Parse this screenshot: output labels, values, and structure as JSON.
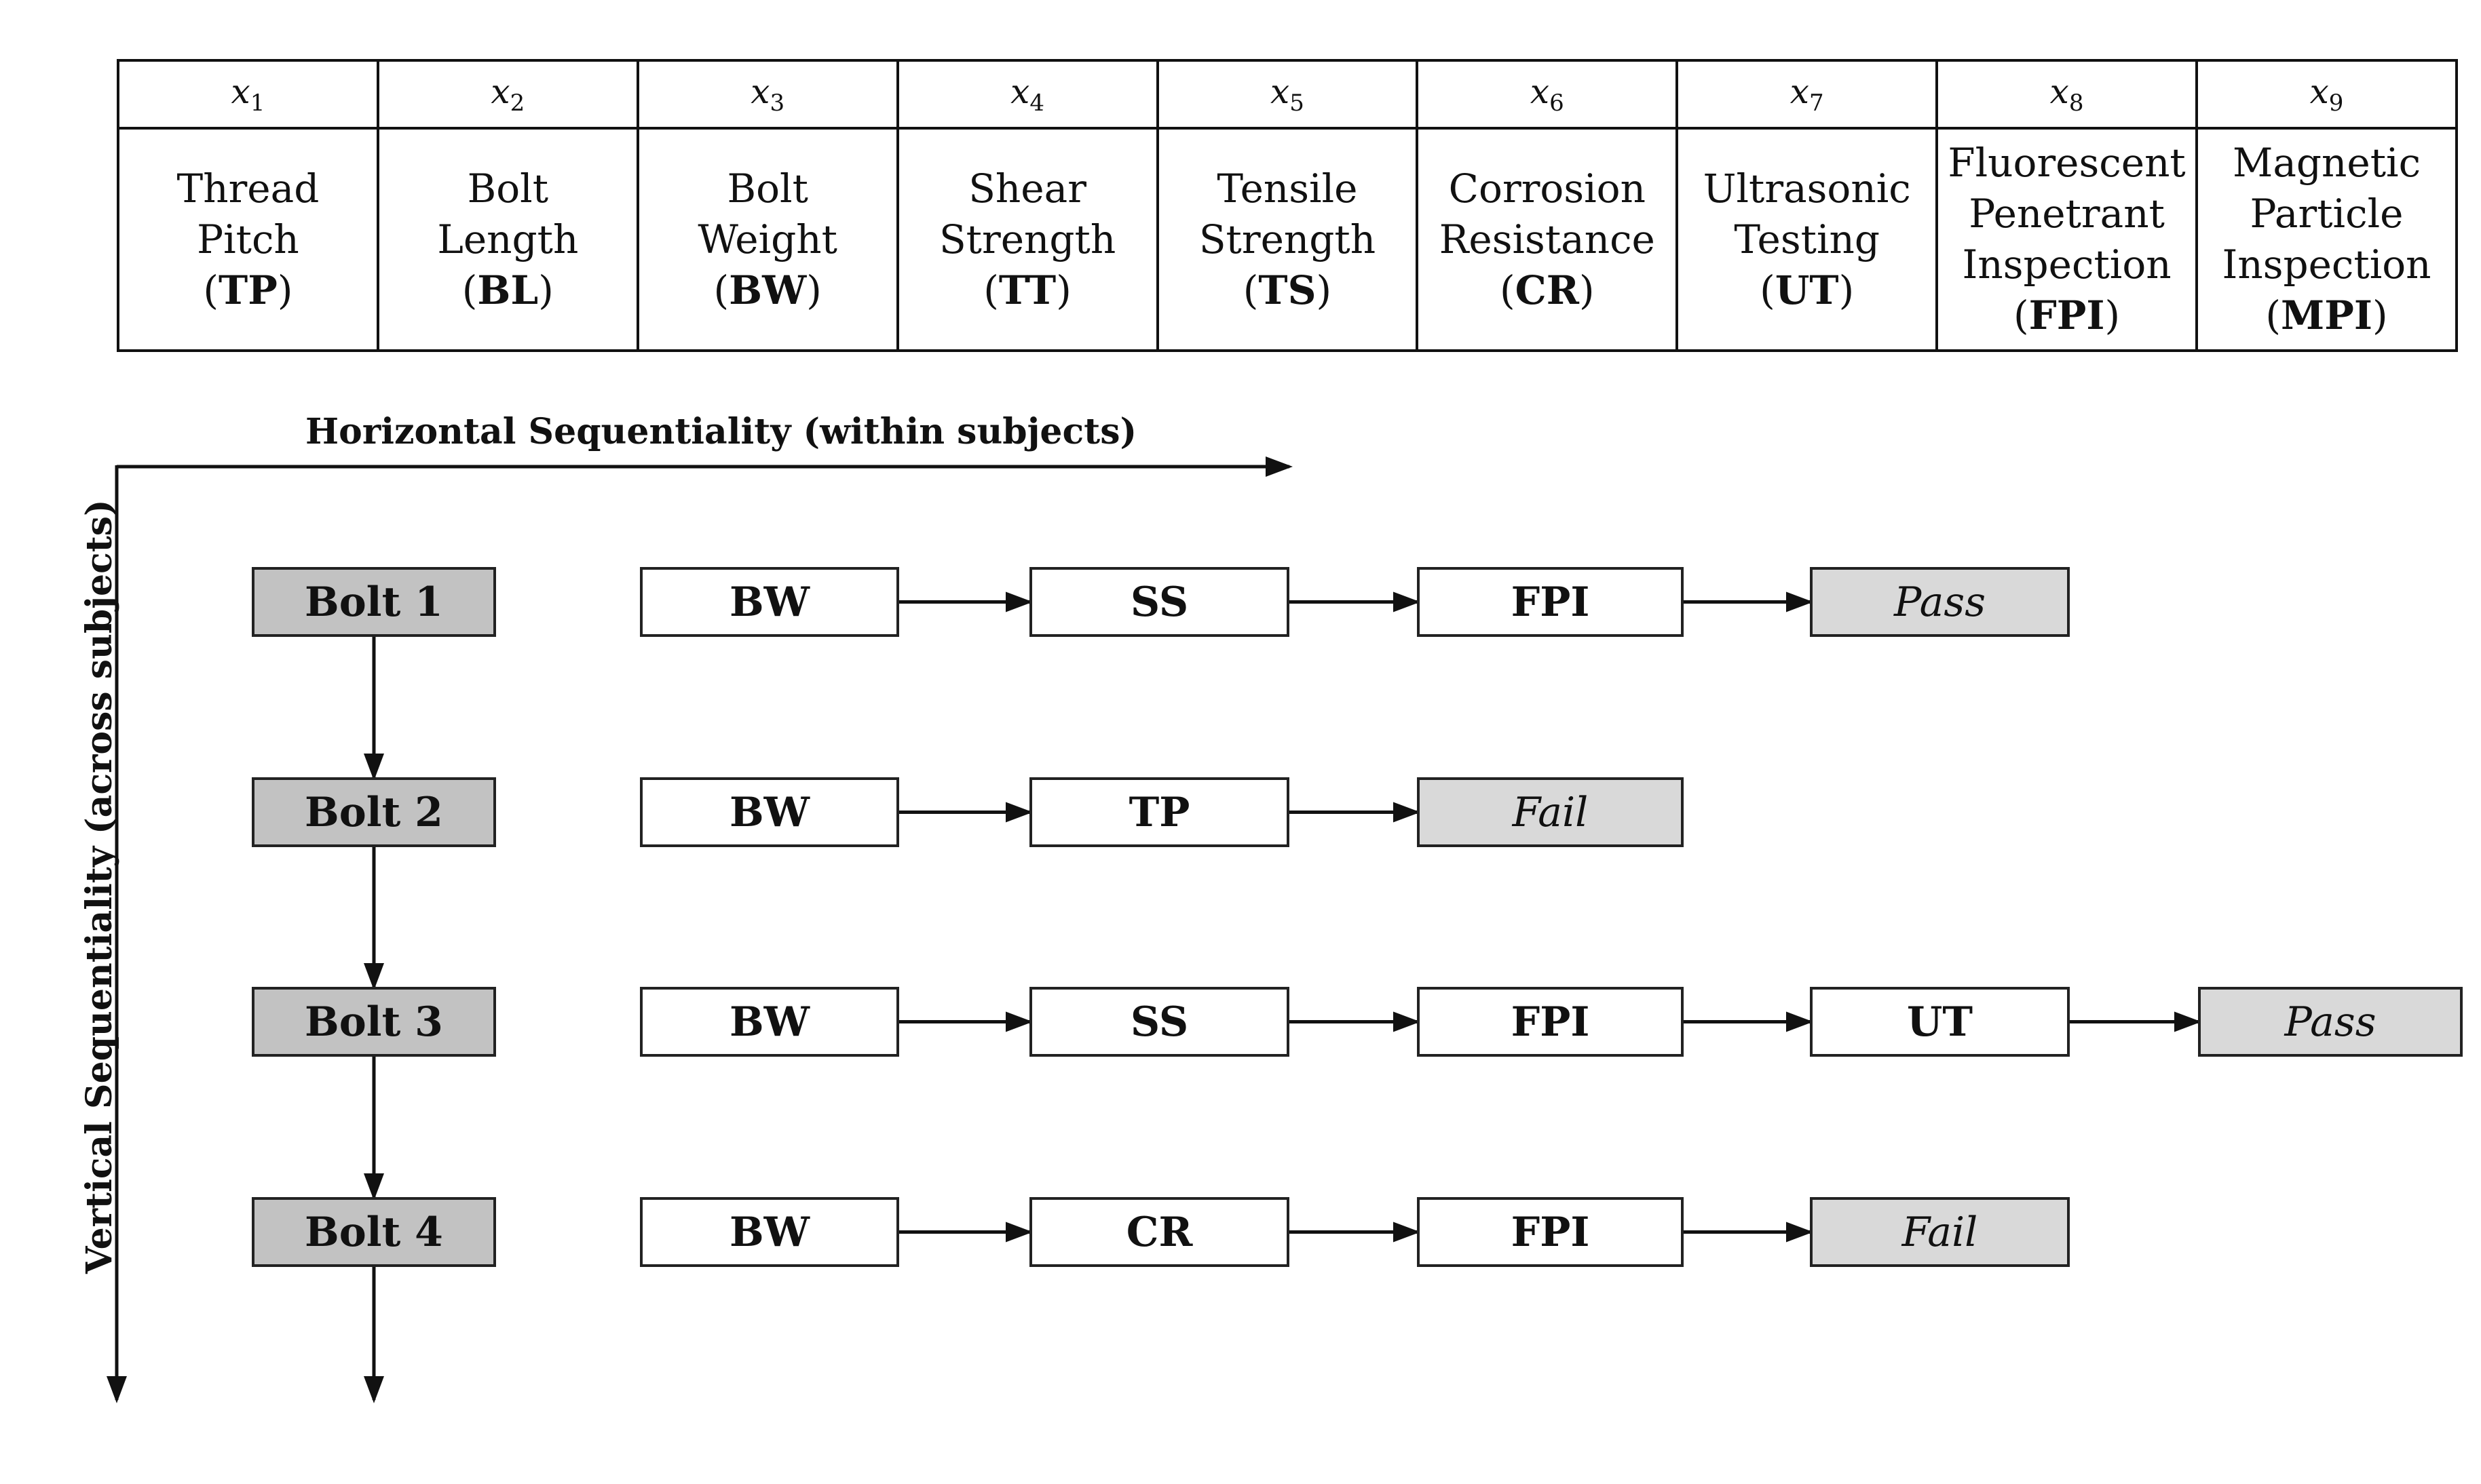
{
  "variables": [
    {
      "var": "x",
      "sub": "1",
      "name_lines": [
        "Thread",
        "Pitch"
      ],
      "abbr": "TP"
    },
    {
      "var": "x",
      "sub": "2",
      "name_lines": [
        "Bolt",
        "Length"
      ],
      "abbr": "BL"
    },
    {
      "var": "x",
      "sub": "3",
      "name_lines": [
        "Bolt",
        "Weight"
      ],
      "abbr": "BW"
    },
    {
      "var": "x",
      "sub": "4",
      "name_lines": [
        "Shear",
        "Strength"
      ],
      "abbr": "TT"
    },
    {
      "var": "x",
      "sub": "5",
      "name_lines": [
        "Tensile",
        "Strength"
      ],
      "abbr": "TS"
    },
    {
      "var": "x",
      "sub": "6",
      "name_lines": [
        "Corrosion",
        "Resistance"
      ],
      "abbr": "CR"
    },
    {
      "var": "x",
      "sub": "7",
      "name_lines": [
        "Ultrasonic",
        "Testing"
      ],
      "abbr": "UT"
    },
    {
      "var": "x",
      "sub": "8",
      "name_lines": [
        "Fluorescent",
        "Penetrant",
        "Inspection"
      ],
      "abbr": "FPI"
    },
    {
      "var": "x",
      "sub": "9",
      "name_lines": [
        "Magnetic",
        "Particle",
        "Inspection"
      ],
      "abbr": "MPI"
    }
  ],
  "axes": {
    "horizontal": "Horizontal Sequentiality (within subjects)",
    "vertical": "Vertical Sequentiality (across subjects)"
  },
  "subjects": [
    {
      "label": "Bolt 1",
      "steps": [
        "BW",
        "SS",
        "FPI"
      ],
      "outcome": "Pass"
    },
    {
      "label": "Bolt 2",
      "steps": [
        "BW",
        "TP"
      ],
      "outcome": "Fail"
    },
    {
      "label": "Bolt 3",
      "steps": [
        "BW",
        "SS",
        "FPI",
        "UT"
      ],
      "outcome": "Pass"
    },
    {
      "label": "Bolt 4",
      "steps": [
        "BW",
        "CR",
        "FPI"
      ],
      "outcome": "Fail"
    }
  ],
  "colors": {
    "line": "#111111",
    "bolt_fill": "#c2c2c2",
    "outcome_fill": "#d9d9d9",
    "step_fill": "#ffffff"
  }
}
